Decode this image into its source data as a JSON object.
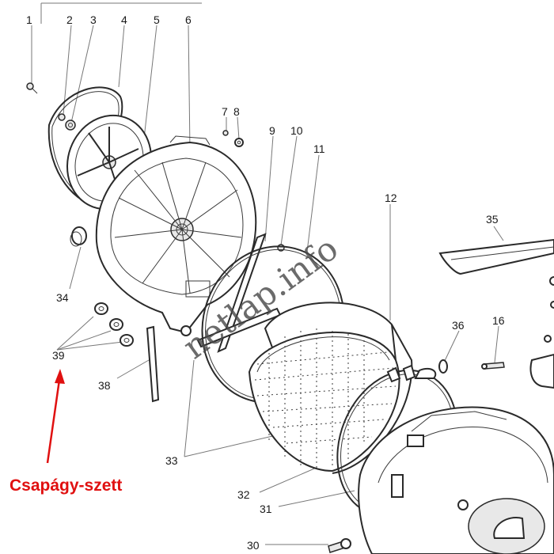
{
  "callouts": [
    "1",
    "2",
    "3",
    "4",
    "5",
    "6",
    "7",
    "8",
    "9",
    "10",
    "11",
    "12",
    "35",
    "36",
    "16",
    "34",
    "39",
    "38",
    "33",
    "32",
    "31",
    "30"
  ],
  "note": "Csapágy-szett",
  "watermark": "netlap.info",
  "colors": {
    "note": "#e01010",
    "lines": "#2a2a2a",
    "watermark": "#4a4a4a"
  }
}
